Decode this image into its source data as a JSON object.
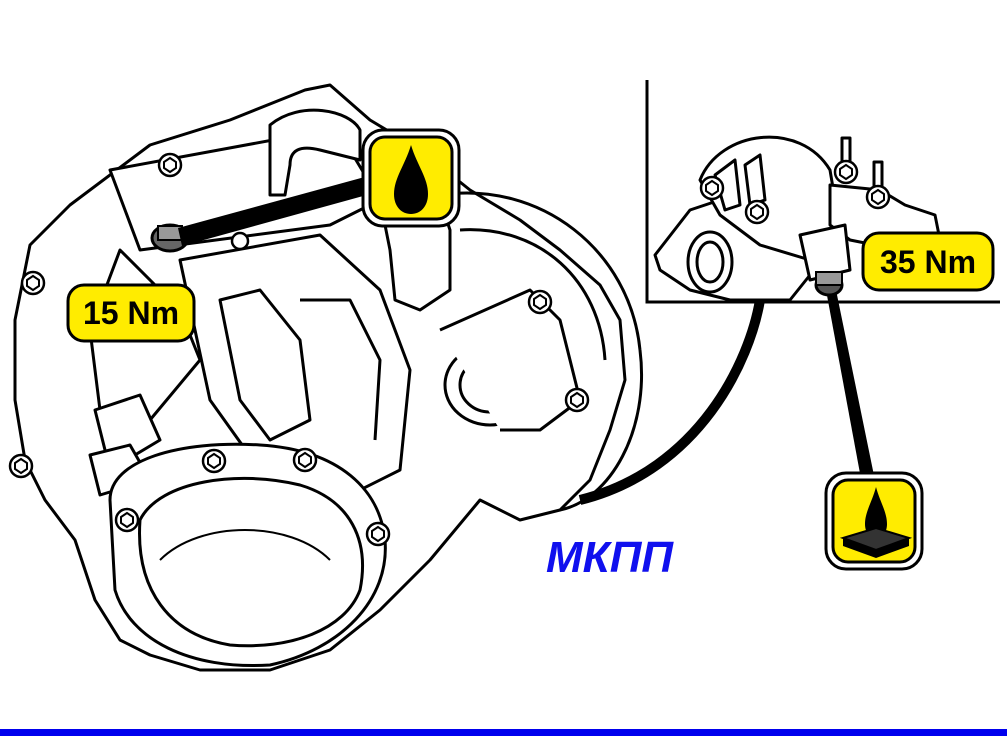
{
  "title": "МКПП",
  "labels": {
    "fill_plug_torque": "15 Nm",
    "drain_plug_torque": "35 Nm"
  },
  "icons": {
    "fill": "oil-drop-icon",
    "drain": "oil-drain-pan-icon"
  },
  "colors": {
    "badge_fill": "#ffec00",
    "title": "#1010ee",
    "rule": "#0000ee",
    "line": "#000000"
  }
}
